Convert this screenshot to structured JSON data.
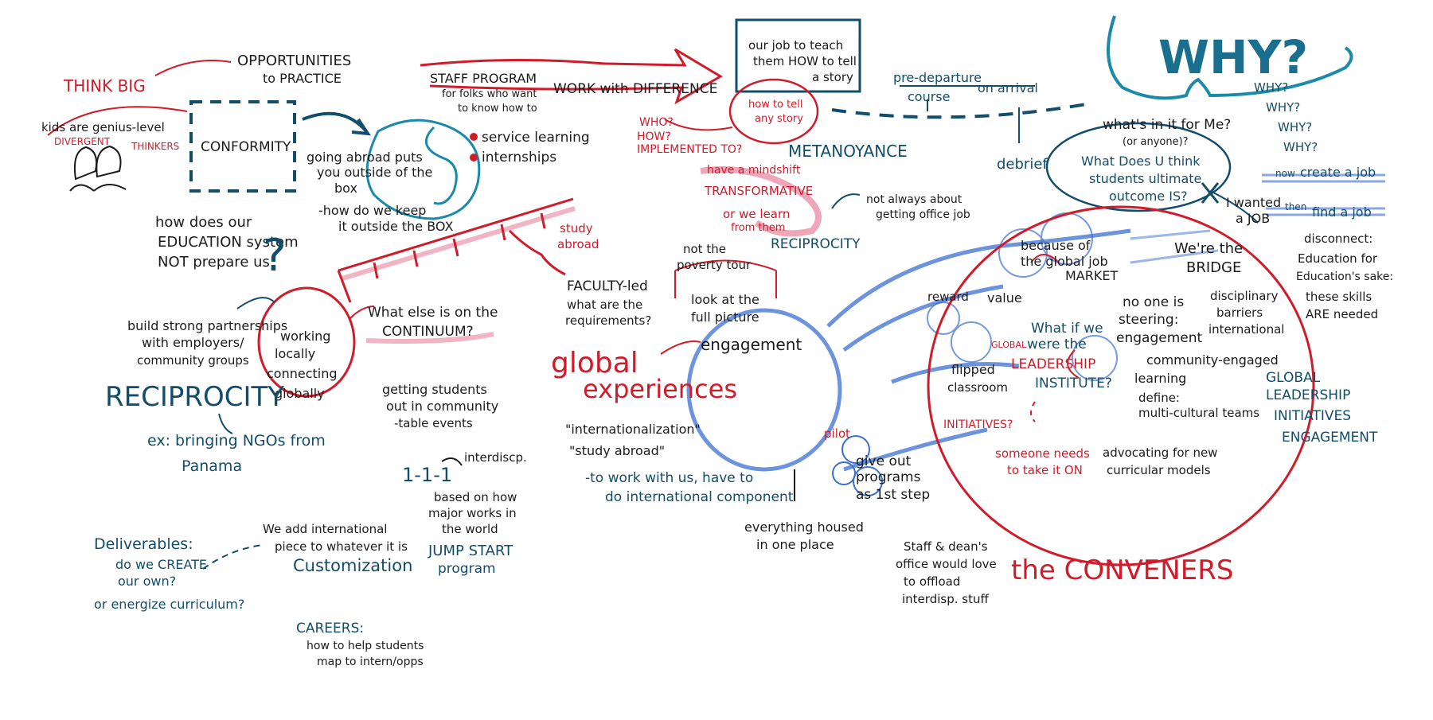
{
  "colors": {
    "black": "#1b1b1b",
    "red": "#d01c2a",
    "navy": "#124d6b",
    "teal": "#1a8aa8",
    "blue": "#3b6fd1",
    "pink": "#e46a8a"
  },
  "notes": {
    "think_big": "THINK BIG",
    "opportunities_1": "OPPORTUNITIES",
    "opportunities_2": "to PRACTICE",
    "kids_1": "kids are genius-level",
    "kids_divergent": "DIVERGENT",
    "kids_thinkers": "THINKERS",
    "conformity": "CONFORMITY",
    "abroad_1": "going abroad puts",
    "abroad_2": "you outside of the",
    "abroad_3": "box",
    "abroad_4": "-how do we keep",
    "abroad_5": "it outside the BOX",
    "education_1": "how does our",
    "education_2": "EDUCATION system",
    "education_3": "NOT prepare us",
    "staff_1": "STAFF PROGRAM",
    "staff_2": "for folks who want",
    "staff_3": "to know how to",
    "work_difference": "WORK with DIFFERENCE",
    "service_learning": "service learning",
    "internships": "internships",
    "our_job_1": "our job to teach",
    "our_job_2": "them HOW to tell",
    "our_job_3": "a story",
    "how_tell_1": "how to tell",
    "how_tell_2": "any story",
    "who": "WHO?",
    "how": "HOW?",
    "implemented": "IMPLEMENTED TO?",
    "predeparture_1": "pre-departure",
    "predeparture_2": "course",
    "on_arrival": "on arrival",
    "why_big": "WHY?",
    "why_1": "WHY?",
    "why_2": "WHY?",
    "why_3": "WHY?",
    "why_4": "WHY?",
    "in_it_1": "what's in it for Me?",
    "in_it_2": "(or anyone)?",
    "students_1": "What Does U think",
    "students_2": "students ultimate",
    "students_3": "outcome IS?",
    "metanoyance": "METANOYANCE",
    "debrief": "debrief",
    "mindshift_1": "have a mindshift",
    "transformative": "TRANSFORMATIVE",
    "or_we_learn_1": "or we learn",
    "or_we_learn_2": "from them",
    "reciprocity_small": "RECIPROCITY",
    "not_office_1": "not always about",
    "not_office_2": "getting office job",
    "study_abroad_1": "study",
    "study_abroad_2": "abroad",
    "not_poverty_1": "not the",
    "not_poverty_2": "poverty tour",
    "look_picture_1": "look at the",
    "look_picture_2": "full picture",
    "faculty_1": "FACULTY-led",
    "faculty_2": "what are the",
    "faculty_3": "requirements?",
    "create_job": "create a job",
    "find_job": "find a job",
    "now": "now",
    "then": "then",
    "wanted_job_1": "I wanted",
    "wanted_job_2": "a JOB",
    "global_market_1": "because of",
    "global_market_2": "the global job",
    "global_market_3": "MARKET",
    "bridge_1": "We're the",
    "bridge_2": "BRIDGE",
    "disconnect_1": "disconnect:",
    "disconnect_2": "Education for",
    "disconnect_3": "Education's sake:",
    "disconnect_4": "these skills",
    "disconnect_5": "ARE needed",
    "reward": "reward",
    "value": "value",
    "no_one_1": "no one is",
    "no_one_2": "steering:",
    "no_one_3": "engagement",
    "disciplinary_1": "disciplinary",
    "disciplinary_2": "barriers",
    "international": "international",
    "build_1": "build strong partnerships",
    "build_2": "with employers/",
    "build_3": "community groups",
    "working_1": "working",
    "working_2": "locally",
    "working_3": "connecting",
    "working_4": "globally",
    "continuum_1": "What else is on the",
    "continuum_2": "CONTINUUM?",
    "global_exp_1": "global",
    "global_exp_2": "experiences",
    "engagement": "engagement",
    "what_if_1": "What if we",
    "what_if_global": "GLOBAL",
    "what_if_2": "were the",
    "what_if_3": "LEADERSHIP",
    "what_if_4": "INSTITUTE?",
    "flipped_1": "flipped",
    "flipped_2": "classroom",
    "community_learning_1": "community-engaged",
    "community_learning_2": "learning",
    "define_1": "define:",
    "define_2": "multi-cultural teams",
    "initiatives": "INITIATIVES?",
    "glie_1": "GLOBAL",
    "glie_2": "LEADERSHIP",
    "glie_3": "INITIATIVES",
    "glie_4": "ENGAGEMENT",
    "reciprocity_big": "RECIPROCITY",
    "getting_1": "getting students",
    "getting_2": "out in community",
    "getting_3": "-table events",
    "ngo_1": "ex: bringing NGOs from",
    "ngo_2": "Panama",
    "internationalization": "\"internationalization\"",
    "study_abroad_quote": "\"study abroad\"",
    "work_with_us_1": "-to work with us, have to",
    "work_with_us_2": "do international component",
    "pilot": "pilot",
    "give_out_1": "give out",
    "give_out_2": "programs",
    "give_out_3": "as 1st step",
    "someone_1": "someone needs",
    "someone_2": "to take it ON",
    "advocating_1": "advocating for new",
    "advocating_2": "curricular models",
    "one_one_one": "1-1-1",
    "interdisc": "interdiscp.",
    "based_1": "based on how",
    "based_2": "major works in",
    "based_3": "the world",
    "jump_start_1": "JUMP START",
    "jump_start_2": "program",
    "everything_1": "everything housed",
    "everything_2": "in one place",
    "staff_dean_1": "Staff & dean's",
    "staff_dean_2": "office would love",
    "staff_dean_3": "to offload",
    "staff_dean_4": "interdisp. stuff",
    "conveners": "the CONVENERS",
    "deliverables_1": "Deliverables:",
    "deliverables_2": "do we CREATE",
    "deliverables_3": "our own?",
    "deliverables_4": "or energize curriculum?",
    "we_add_1": "We add international",
    "we_add_2": "piece to whatever it is",
    "customization": "Customization",
    "careers_1": "CAREERS:",
    "careers_2": "how to help students",
    "careers_3": "map to intern/opps"
  }
}
